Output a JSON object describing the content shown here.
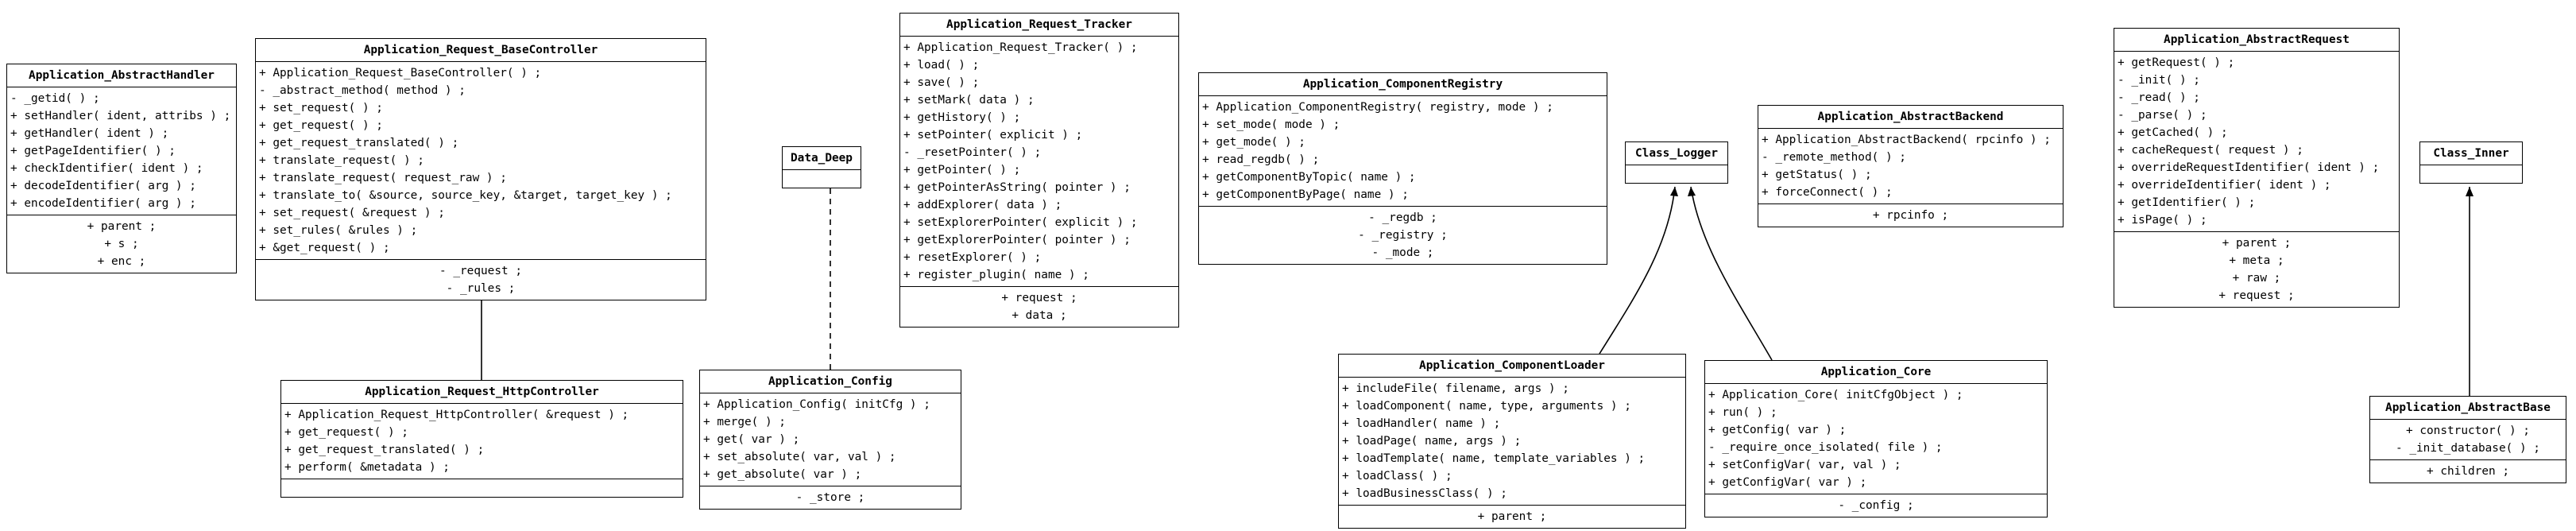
{
  "classes": [
    {
      "id": "abstract-handler",
      "name": "Application_AbstractHandler",
      "methods": [
        "- _getid( ) ;",
        "+ setHandler( ident, attribs ) ;",
        "+ getHandler( ident ) ;",
        "+ getPageIdentifier( ) ;",
        "+ checkIdentifier( ident ) ;",
        "+ decodeIdentifier( arg ) ;",
        "+ encodeIdentifier( arg ) ;"
      ],
      "attributes": [
        "+ parent ;",
        "+ s ;",
        "+ enc ;"
      ]
    },
    {
      "id": "request-base-controller",
      "name": "Application_Request_BaseController",
      "methods": [
        "+ Application_Request_BaseController( ) ;",
        "- _abstract_method( method ) ;",
        "+ set_request( ) ;",
        "+ get_request( ) ;",
        "+ get_request_translated( ) ;",
        "+ translate_request( ) ;",
        "+ translate_request( request_raw ) ;",
        "+ translate_to( &source, source_key, &target, target_key ) ;",
        "+ set_request( &request ) ;",
        "+ set_rules( &rules ) ;",
        "+ &get_request( ) ;"
      ],
      "attributes": [
        "- _request ;",
        "- _rules ;"
      ]
    },
    {
      "id": "data-deep",
      "name": "Data_Deep",
      "methods": [],
      "attributes": []
    },
    {
      "id": "request-tracker",
      "name": "Application_Request_Tracker",
      "methods": [
        "+ Application_Request_Tracker( ) ;",
        "+ load( ) ;",
        "+ save( ) ;",
        "+ setMark( data ) ;",
        "+ getHistory( ) ;",
        "+ setPointer( explicit ) ;",
        "- _resetPointer( ) ;",
        "+ getPointer( ) ;",
        "+ getPointerAsString( pointer ) ;",
        "+ addExplorer( data ) ;",
        "+ setExplorerPointer( explicit ) ;",
        "+ getExplorerPointer( pointer ) ;",
        "+ resetExplorer( ) ;",
        "+ register_plugin( name ) ;"
      ],
      "attributes": [
        "+ request ;",
        "+ data ;"
      ]
    },
    {
      "id": "component-registry",
      "name": "Application_ComponentRegistry",
      "methods": [
        "+ Application_ComponentRegistry( registry, mode ) ;",
        "+ set_mode( mode ) ;",
        "+ get_mode( ) ;",
        "+ read_regdb( ) ;",
        "+ getComponentByTopic( name ) ;",
        "+ getComponentByPage( name ) ;"
      ],
      "attributes": [
        "- _regdb ;",
        "- _registry ;",
        "- _mode ;"
      ]
    },
    {
      "id": "class-logger",
      "name": "Class_Logger",
      "methods": [],
      "attributes": []
    },
    {
      "id": "abstract-backend",
      "name": "Application_AbstractBackend",
      "methods": [
        "+ Application_AbstractBackend( rpcinfo ) ;",
        "- _remote_method( ) ;",
        "+ getStatus( ) ;",
        "+ forceConnect( ) ;"
      ],
      "attributes": [
        "+ rpcinfo ;"
      ]
    },
    {
      "id": "abstract-request",
      "name": "Application_AbstractRequest",
      "methods": [
        "+ getRequest( ) ;",
        "- _init( ) ;",
        "- _read( ) ;",
        "- _parse( ) ;",
        "+ getCached( ) ;",
        "+ cacheRequest( request ) ;",
        "+ overrideRequestIdentifier( ident ) ;",
        "+ overrideIdentifier( ident ) ;",
        "+ getIdentifier( ) ;",
        "+ isPage( ) ;"
      ],
      "attributes": [
        "+ parent ;",
        "+ meta ;",
        "+ raw ;",
        "+ request ;"
      ]
    },
    {
      "id": "class-inner",
      "name": "Class_Inner",
      "methods": [],
      "attributes": []
    },
    {
      "id": "request-http-controller",
      "name": "Application_Request_HttpController",
      "methods": [
        "+ Application_Request_HttpController( &request ) ;",
        "+ get_request( ) ;",
        "+ get_request_translated( ) ;",
        "+ perform( &metadata ) ;"
      ],
      "attributes": []
    },
    {
      "id": "application-config",
      "name": "Application_Config",
      "methods": [
        "+ Application_Config( initCfg ) ;",
        "+ merge( ) ;",
        "+ get( var ) ;",
        "+ set_absolute( var, val ) ;",
        "+ get_absolute( var ) ;"
      ],
      "attributes": [
        "- _store ;"
      ]
    },
    {
      "id": "component-loader",
      "name": "Application_ComponentLoader",
      "methods": [
        "+ includeFile( filename, args ) ;",
        "+ loadComponent( name, type, arguments ) ;",
        "+ loadHandler( name ) ;",
        "+ loadPage( name, args ) ;",
        "+ loadTemplate( name, template_variables ) ;",
        "+ loadClass( ) ;",
        "+ loadBusinessClass( ) ;"
      ],
      "attributes": [
        "+ parent ;"
      ]
    },
    {
      "id": "application-core",
      "name": "Application_Core",
      "methods": [
        "+ Application_Core( initCfgObject ) ;",
        "+ run( ) ;",
        "+ getConfig( var ) ;",
        "- _require_once_isolated( file ) ;",
        "+ setConfigVar( var, val ) ;",
        "+ getConfigVar( var ) ;"
      ],
      "attributes": [
        "- _config ;"
      ]
    },
    {
      "id": "abstract-base",
      "name": "Application_AbstractBase",
      "methods": [
        "+ constructor( ) ;",
        "- _init_database( ) ;"
      ],
      "attributes": [
        "+ children ;"
      ]
    }
  ],
  "relations": [
    {
      "from": "request-http-controller",
      "to": "request-base-controller",
      "kind": "generalization"
    },
    {
      "from": "application-config",
      "to": "data-deep",
      "kind": "realization"
    },
    {
      "from": "component-loader",
      "to": "class-logger",
      "kind": "generalization"
    },
    {
      "from": "application-core",
      "to": "class-logger",
      "kind": "generalization"
    },
    {
      "from": "abstract-base",
      "to": "class-inner",
      "kind": "generalization"
    }
  ]
}
